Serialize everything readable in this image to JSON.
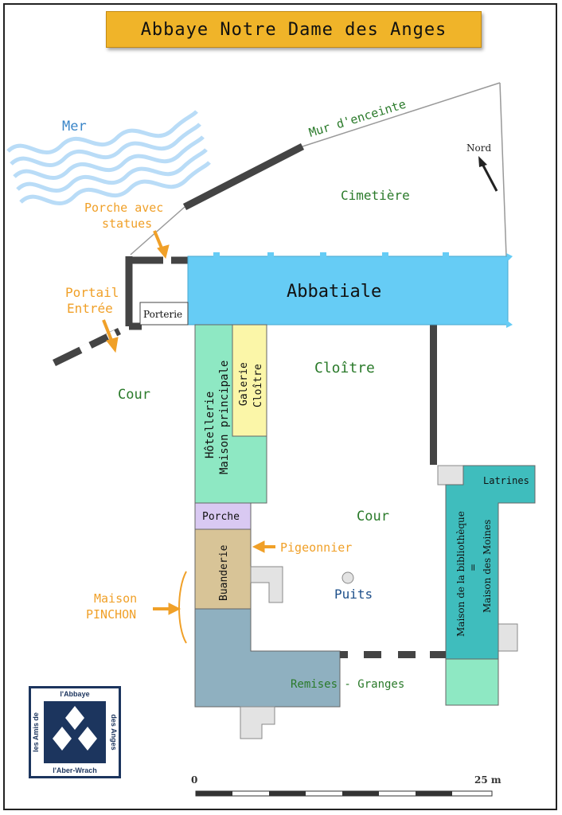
{
  "title": "Abbaye Notre Dame des Anges",
  "colors": {
    "abbatiale": "#66ccf5",
    "hotellerie": "#8ee8c3",
    "galerie": "#fbf6a8",
    "porche": "#d9c9f2",
    "buanderie": "#d8c497",
    "remises": "#8fb0c0",
    "bibliotheque": "#3fbdbd",
    "wall": "#444444",
    "label_green": "#2a7a2a",
    "label_orange": "#f0a028",
    "label_blue": "#3b86c8",
    "label_darkblue": "#1d4f8a"
  },
  "labels": {
    "mer": "Mer",
    "mur": "Mur d'enceinte",
    "cimetiere": "Cimetière",
    "nord": "Nord",
    "porche_statues_1": "Porche avec",
    "porche_statues_2": "statues",
    "portail_1": "Portail",
    "portail_2": "Entrée",
    "abbatiale": "Abbatiale",
    "porterie": "Porterie",
    "cloitre": "Cloître",
    "cour_left": "Cour",
    "cour_center": "Cour",
    "hotellerie_1": "Hôtellerie",
    "hotellerie_2": "Maison principale",
    "galerie_1": "Galerie",
    "galerie_2": "Cloître",
    "porche": "Porche",
    "buanderie": "Buanderie",
    "pigeonnier": "Pigeonnier",
    "maison_1": "Maison",
    "maison_2": "PINCHON",
    "puits": "Puits",
    "remises": "Remises - Granges",
    "latrines": "Latrines",
    "bibliotheque_1": "Maison de la bibliothèque",
    "bibliotheque_2": "=",
    "bibliotheque_3": "Maison des Moines",
    "scale_start": "0",
    "scale_end": "25 m"
  },
  "logo": {
    "top": "l'Abbaye",
    "bottom": "l'Aber-Wrach",
    "left": "les Amis de",
    "right": "des Anges"
  }
}
